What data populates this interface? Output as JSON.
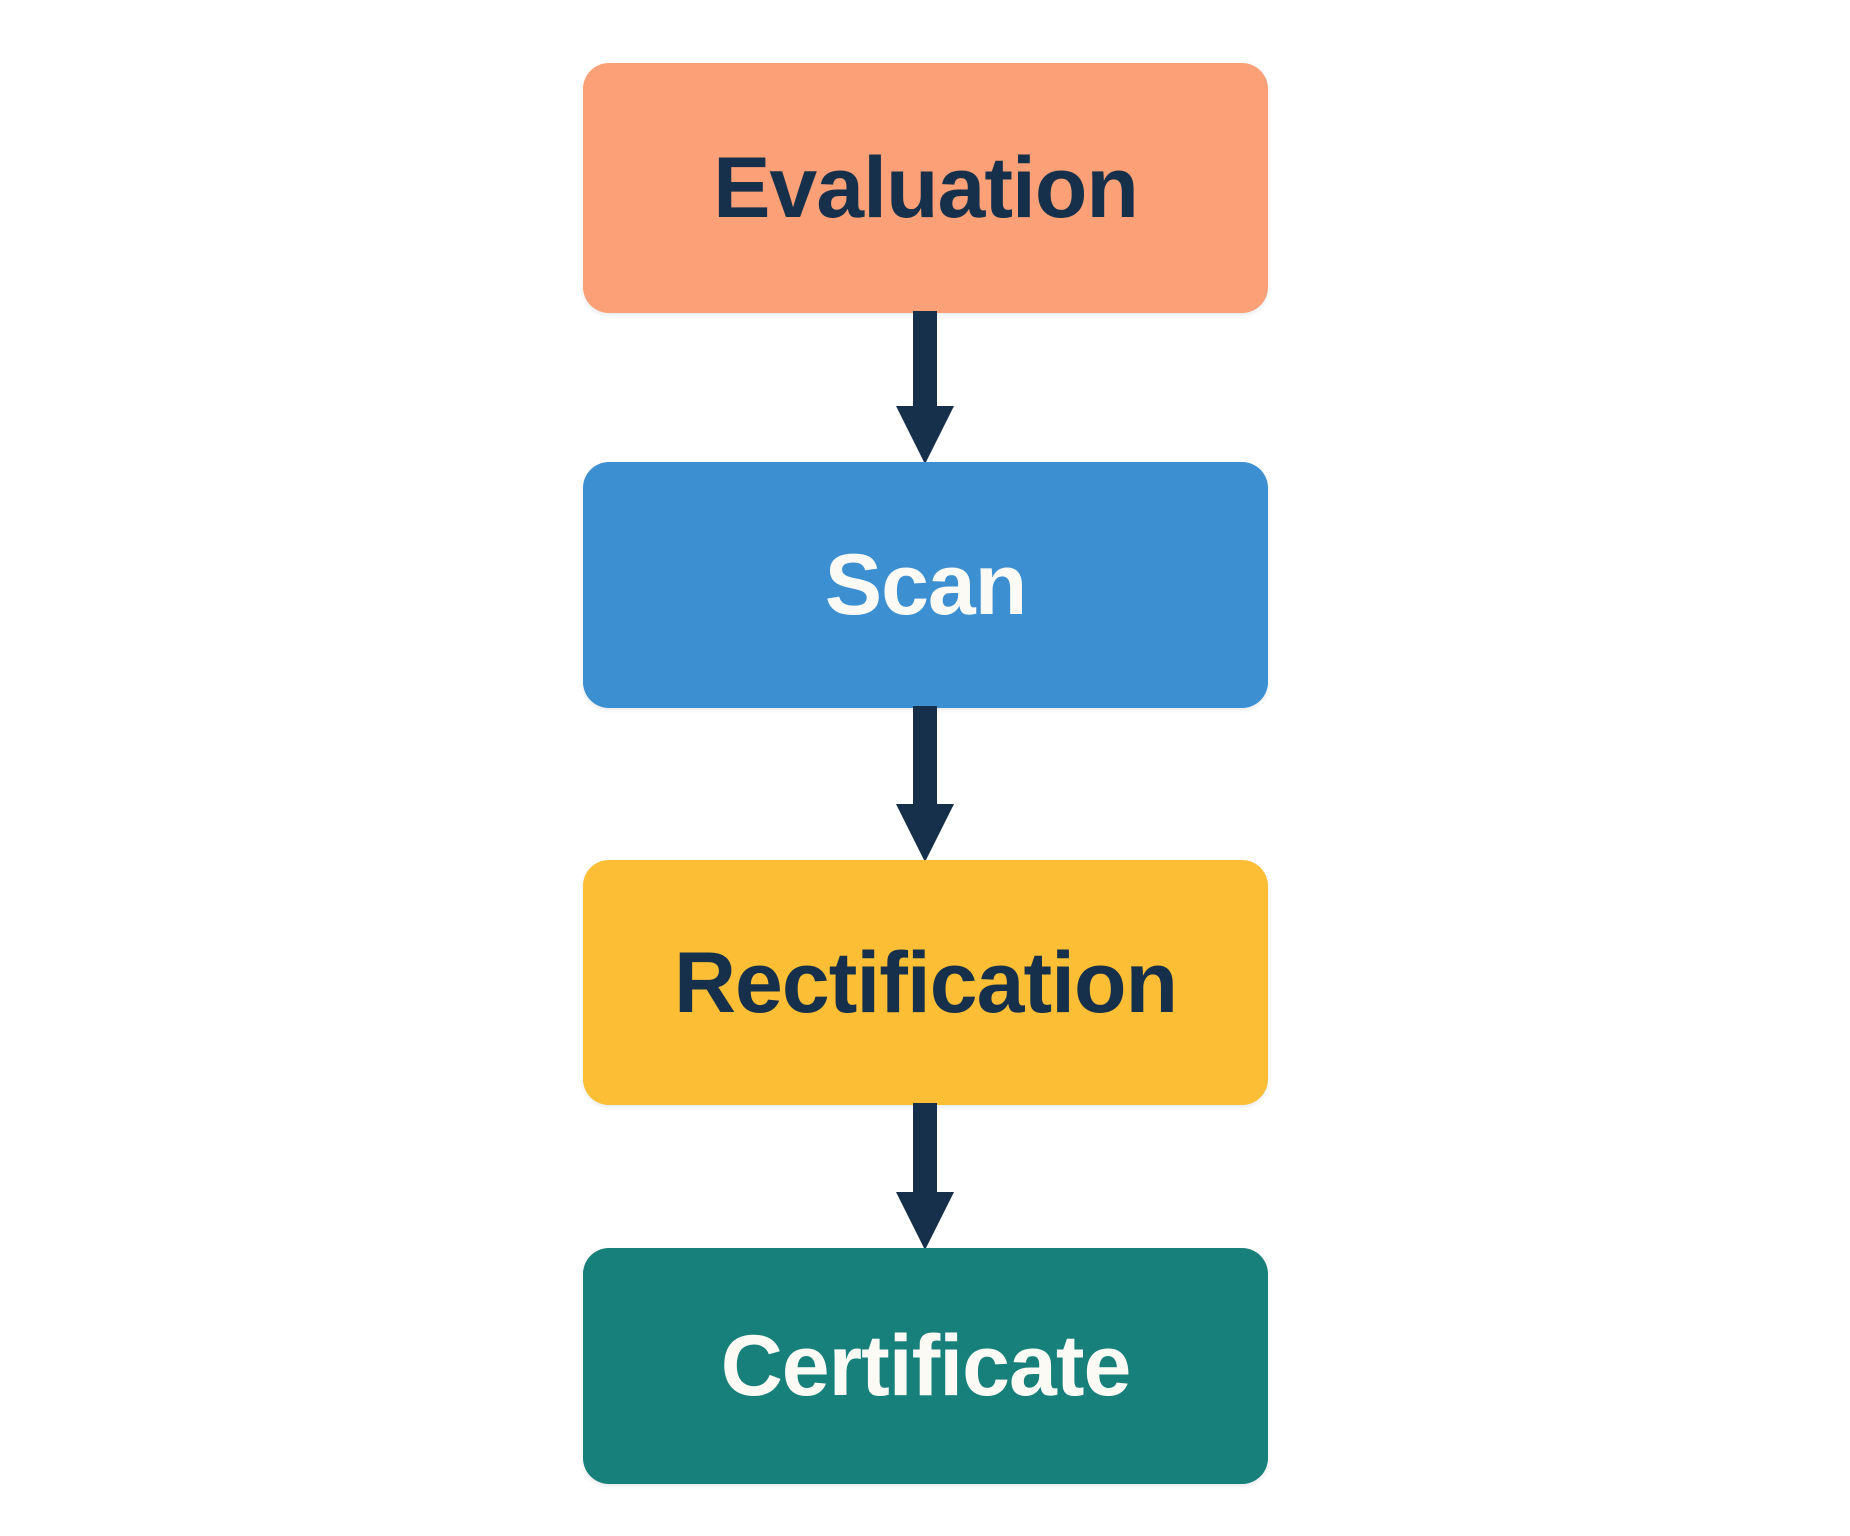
{
  "diagram": {
    "type": "flowchart",
    "orientation": "top-to-bottom",
    "background_color": "#FFFFFF",
    "arrow_color": "#16304B",
    "nodes": [
      {
        "id": "evaluation",
        "label": "Evaluation",
        "fill_color": "#FCA077",
        "text_color": "#16304B"
      },
      {
        "id": "scan",
        "label": "Scan",
        "fill_color": "#3C8FD0",
        "text_color": "#FBFAF5"
      },
      {
        "id": "rectification",
        "label": "Rectification",
        "fill_color": "#FBBE34",
        "text_color": "#16304B"
      },
      {
        "id": "certificate",
        "label": "Certificate",
        "fill_color": "#18807A",
        "text_color": "#FBFAF5"
      }
    ],
    "edges": [
      {
        "id": "evaluation-scan",
        "from": "Evaluation",
        "to": "Scan",
        "label": ""
      },
      {
        "id": "scan-rectification",
        "from": "Scan",
        "to": "Rectification",
        "label": ""
      },
      {
        "id": "rectification-certificate",
        "from": "Rectification",
        "to": "Certificate",
        "label": ""
      }
    ]
  }
}
